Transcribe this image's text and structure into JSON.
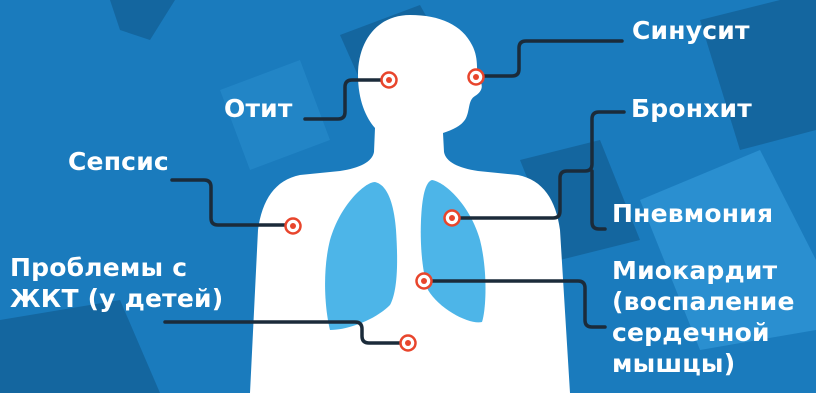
{
  "colors": {
    "background": "#1a7bbd",
    "background_shape_dark": "#14669f",
    "background_shape_light": "#2a8fd0",
    "body_silhouette": "#ffffff",
    "lungs": "#4db5e8",
    "connector_line": "#1b2b3a",
    "marker": "#e8452c"
  },
  "labels": {
    "sinusitis": "Синусит",
    "otitis": "Отит",
    "bronchitis": "Бронхит",
    "sepsis": "Сепсис",
    "pneumonia": "Пневмония",
    "gi_problems": [
      "Проблемы с",
      "ЖКТ (у детей)"
    ],
    "myocarditis": [
      "Миокардит",
      "(воспаление",
      "сердечной",
      "мышцы)"
    ]
  },
  "icons": [
    "marker-dot-icon"
  ]
}
